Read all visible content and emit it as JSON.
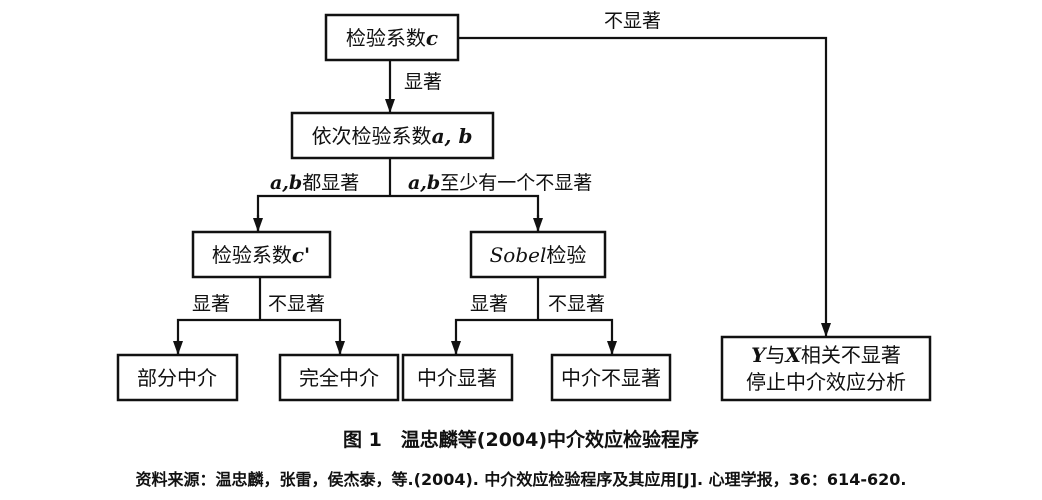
{
  "nodes": {
    "test_c": {
      "text": "检验系数",
      "var": "c"
    },
    "test_ab": {
      "text": "依次检验系数",
      "var": "a, b"
    },
    "test_c_prime": {
      "text": "检验系数",
      "var": "c'"
    },
    "sobel": {
      "var": "Sobel",
      "text": "检验"
    },
    "partial": {
      "text": "部分中介"
    },
    "full": {
      "text": "完全中介"
    },
    "med_sig": {
      "text": "中介显著"
    },
    "med_nonsig": {
      "text": "中介不显著"
    },
    "stop": {
      "var1": "Y",
      "t1": "与",
      "var2": "X",
      "t2": "相关不显著",
      "line2": "停止中介效应分析"
    }
  },
  "edges": {
    "c_nonsig": "不显著",
    "c_sig": "显著",
    "ab_both_var": "a,b",
    "ab_both": "都显著",
    "ab_one_var": "a,b",
    "ab_one": "至少有一个不显著",
    "cp_sig": "显著",
    "cp_nonsig": "不显著",
    "sobel_sig": "显著",
    "sobel_nonsig": "不显著"
  },
  "caption": "图 1　温忠麟等(2004)中介效应检验程序",
  "source": "资料来源：温忠麟，张雷，侯杰泰，等.(2004). 中介效应检验程序及其应用[J]. 心理学报，36：614-620."
}
